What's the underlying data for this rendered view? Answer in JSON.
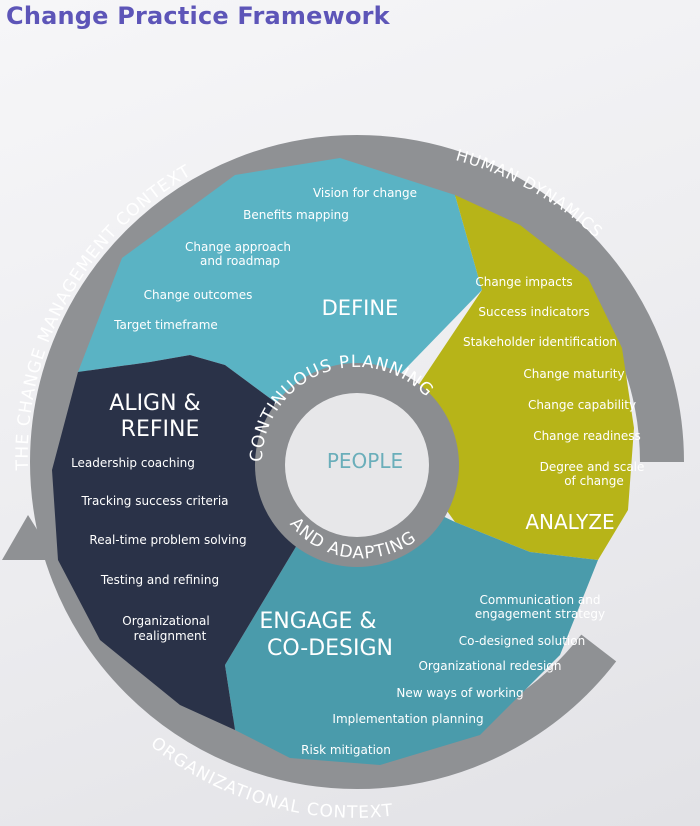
{
  "page_title": "Change Practice Framework",
  "colors": {
    "title": "#5d55b8",
    "ring": "#8f9194",
    "define": "#5ab3c4",
    "analyze": "#b7b418",
    "engage": "#4a9bab",
    "align": "#2a3248",
    "center_ring": "#8b8d90",
    "center": "#e7e7e9",
    "people_text": "#6aaeba"
  },
  "ring_labels": {
    "top_left": "THE CHANGE MANAGEMENT CONTEXT",
    "top_right": "HUMAN DYNAMICS",
    "bottom": "ORGANIZATIONAL CONTEXT"
  },
  "center": {
    "title": "PEOPLE",
    "ring_top": "CONTINUOUS PLANNING",
    "ring_bottom": "AND ADAPTING"
  },
  "sections": {
    "define": {
      "title": "DEFINE",
      "items": [
        "Vision for change",
        "Benefits mapping",
        "Change approach",
        "and roadmap",
        "Change outcomes",
        "Target timeframe"
      ]
    },
    "analyze": {
      "title": "ANALYZE",
      "items": [
        "Change impacts",
        "Success indicators",
        "Stakeholder identification",
        "Change maturity",
        "Change capability",
        "Change readiness",
        "Degree and scale",
        "of change"
      ]
    },
    "engage": {
      "title_line1": "ENGAGE &",
      "title_line2": "CO-DESIGN",
      "items": [
        "Communication and",
        "engagement strategy",
        "Co-designed solution",
        "Organizational redesign",
        "New ways of working",
        "Implementation planning",
        "Risk mitigation"
      ]
    },
    "align": {
      "title_line1": "ALIGN &",
      "title_line2": "REFINE",
      "items": [
        "Leadership coaching",
        "Tracking success criteria",
        "Real-time problem solving",
        "Testing and refining",
        "Organizational",
        "realignment"
      ]
    }
  }
}
